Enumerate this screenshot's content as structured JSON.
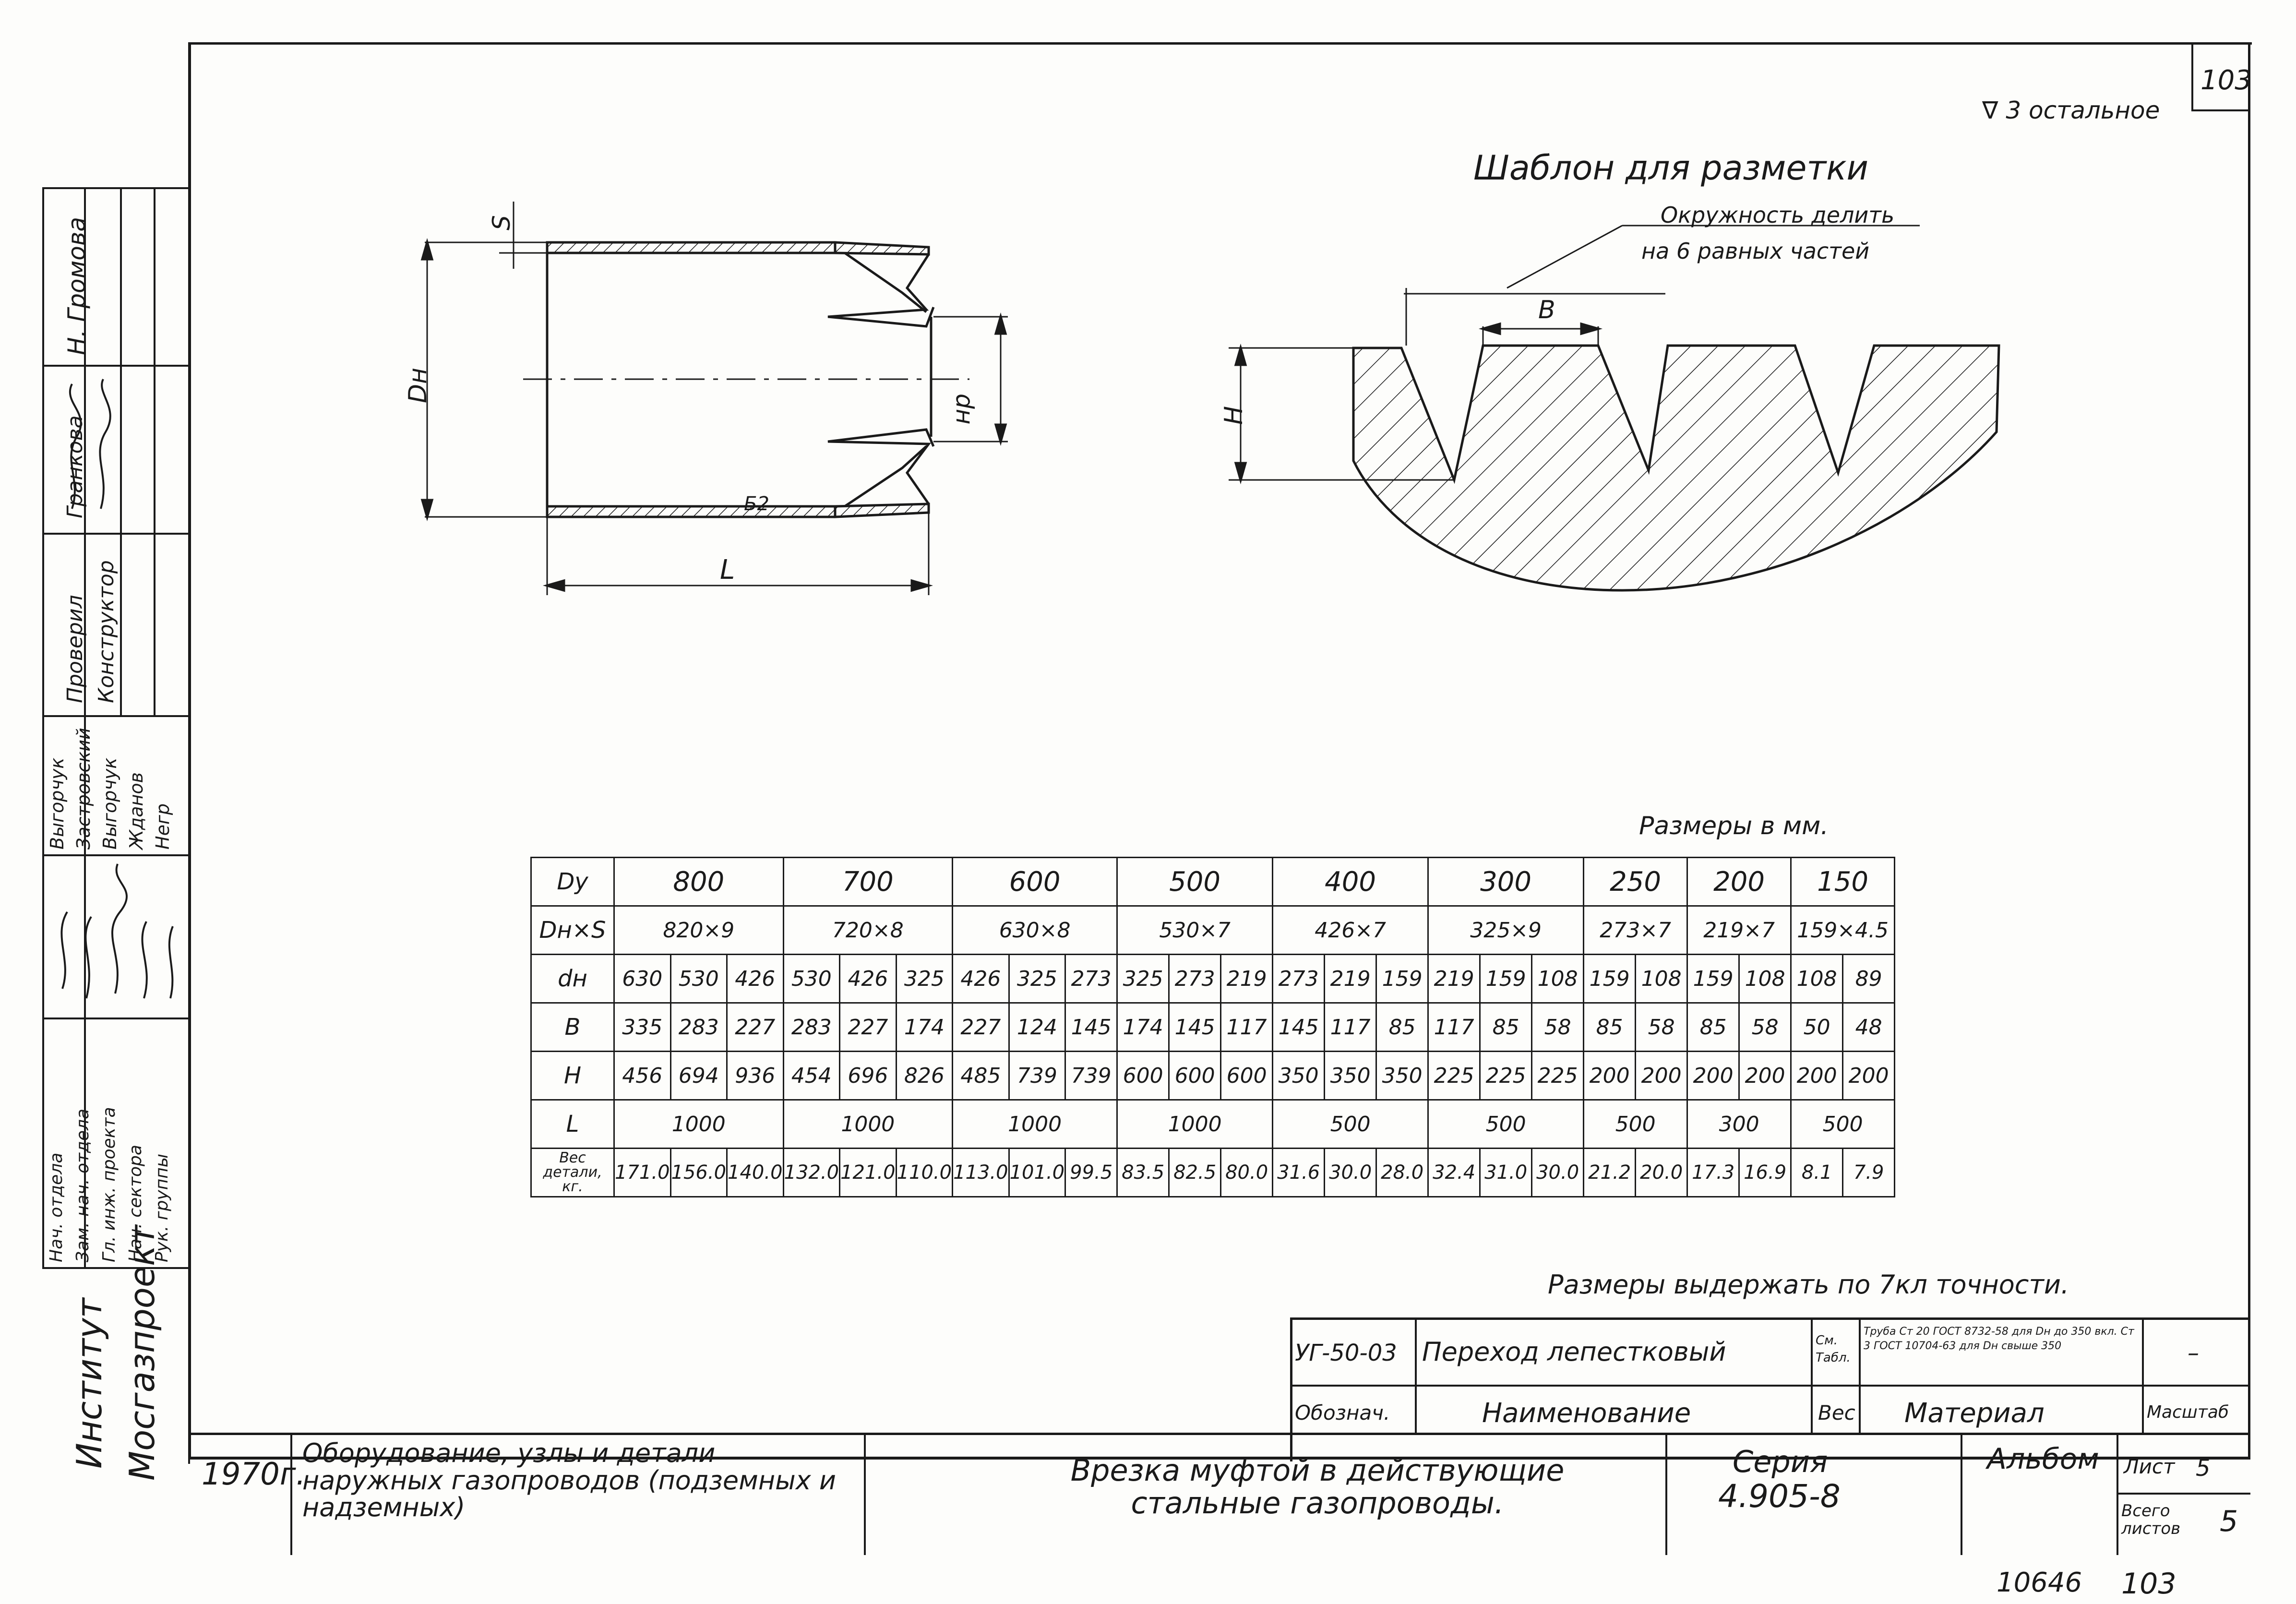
{
  "corner_number": "103",
  "roughness_note": "∇ 3 остальное",
  "template_title": "Шаблон для разметки",
  "template_note_line1": "Окружность делить",
  "template_note_line2": "на 6 равных частей",
  "dim_labels": {
    "s": "S",
    "dn": "Dн",
    "dh": "dн",
    "l": "L",
    "b": "B",
    "h": "H",
    "weld": "Б2"
  },
  "units_note": "Размеры в мм.",
  "table": {
    "row_labels": [
      "Dу",
      "Dн×S",
      "dн",
      "B",
      "H",
      "L",
      "Вес детали, кг."
    ],
    "dy": [
      "800",
      "700",
      "600",
      "500",
      "400",
      "300",
      "250",
      "200",
      "150"
    ],
    "dns": [
      "820×9",
      "720×8",
      "630×8",
      "530×7",
      "426×7",
      "325×9",
      "273×7",
      "219×7",
      "159×4.5"
    ],
    "dh": [
      "630",
      "530",
      "426",
      "530",
      "426",
      "325",
      "426",
      "325",
      "273",
      "325",
      "273",
      "219",
      "273",
      "219",
      "159",
      "219",
      "159",
      "108",
      "159",
      "108",
      "159",
      "108",
      "108",
      "89"
    ],
    "b": [
      "335",
      "283",
      "227",
      "283",
      "227",
      "174",
      "227",
      "124",
      "145",
      "174",
      "145",
      "117",
      "145",
      "117",
      "85",
      "117",
      "85",
      "58",
      "85",
      "58",
      "85",
      "58",
      "50",
      "48"
    ],
    "h": [
      "456",
      "694",
      "936",
      "454",
      "696",
      "826",
      "485",
      "739",
      "739",
      "600",
      "600",
      "600",
      "350",
      "350",
      "350",
      "225",
      "225",
      "225",
      "200",
      "200",
      "200",
      "200",
      "200",
      "200"
    ],
    "l": [
      "1000",
      "1000",
      "1000",
      "1000",
      "500",
      "500",
      "500",
      "300",
      "500"
    ],
    "weight": [
      "171.0",
      "156.0",
      "140.0",
      "132.0",
      "121.0",
      "110.0",
      "113.0",
      "101.0",
      "99.5",
      "83.5",
      "82.5",
      "80.0",
      "31.6",
      "30.0",
      "28.0",
      "32.4",
      "31.0",
      "30.0",
      "21.2",
      "20.0",
      "17.3",
      "16.9",
      "8.1",
      "7.9"
    ]
  },
  "tolerance_note": "Размеры выдержать по 7кл точности.",
  "spec_block": {
    "code": "УГ-50-03",
    "name": "Переход лепестковый",
    "qty": "См. Табл.",
    "material": "Труба Ст 20 ГОСТ 8732-58 для Dн до 350 вкл. Ст 3 ГОСТ 10704-63 для Dн свыше 350",
    "scale_value": "–",
    "h_designation": "Обознач.",
    "h_name": "Наименование",
    "h_weight": "Вес",
    "h_material": "Материал",
    "h_scale": "Масштаб"
  },
  "title_block": {
    "year": "1970г.",
    "album_title": "Оборудование, узлы и детали наружных газопроводов (подземных и надземных)",
    "sheet_title": "Врезка муфтой в действующие стальные газопроводы.",
    "series_label": "Серия",
    "series_number": "4.905-8",
    "album_label": "Альбом",
    "sheet_label": "Лист",
    "sheet_number": "5",
    "total_label": "Всего листов",
    "total_number": "5"
  },
  "side_block": {
    "institute_line1": "Институт",
    "institute_line2": "Мосгазпроект",
    "roles": [
      "Нач. отдела",
      "Зам. нач. отдела",
      "Гл. инж. проекта",
      "Нач. сектора",
      "Рук. группы"
    ],
    "names": [
      "Выгорчук",
      "Застровский",
      "Выгорчук",
      "Жданов",
      "Негр"
    ],
    "top_roles": [
      "Проверил",
      "Конструктор"
    ],
    "top_names": [
      "Гранкова",
      "Н. Громова"
    ]
  },
  "footer": {
    "archive_number": "10646",
    "page_number": "103"
  }
}
